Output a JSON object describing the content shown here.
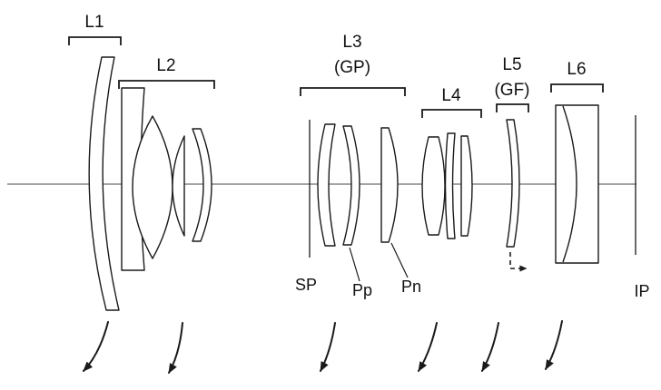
{
  "figure": {
    "type": "zoom-lens-cross-section-diagram",
    "groups": [
      {
        "name": "L1"
      },
      {
        "name": "L2"
      },
      {
        "name": "L3",
        "subtitle": "(GP)"
      },
      {
        "name": "L4"
      },
      {
        "name": "L5",
        "subtitle": "(GF)"
      },
      {
        "name": "L6"
      }
    ],
    "annotations": {
      "sp": "SP",
      "pp": "Pp",
      "pn": "Pn",
      "ip": "IP"
    },
    "colors": {
      "ink": "#1a1a1a",
      "background": "#ffffff"
    }
  }
}
